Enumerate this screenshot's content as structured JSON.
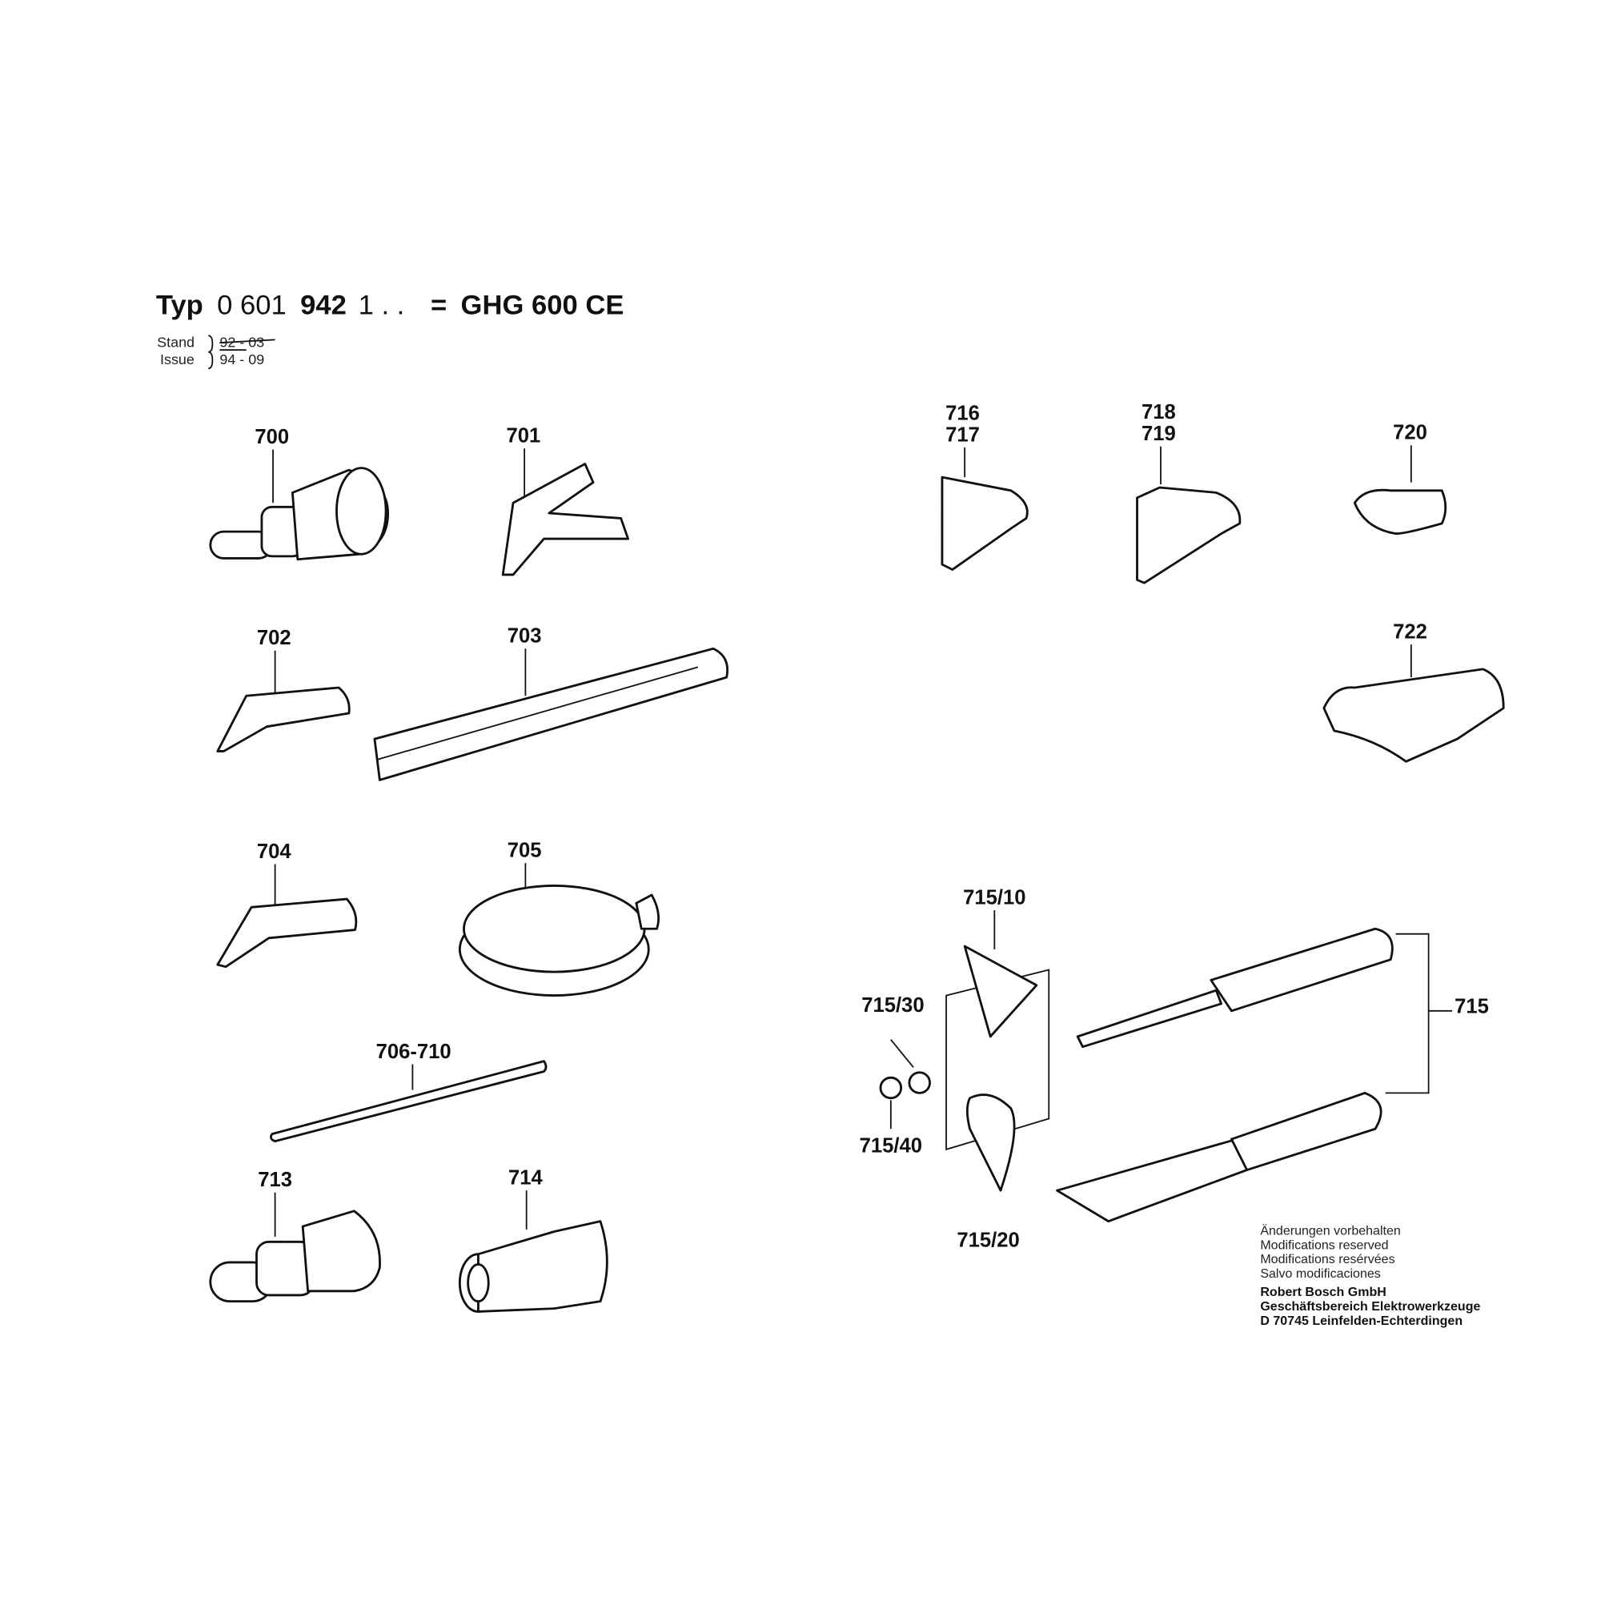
{
  "header": {
    "typ_label": "Typ",
    "typ_number_a": "0 601",
    "typ_number_b": "942",
    "typ_number_c": "1 . .",
    "equals": "=",
    "model": "GHG 600 CE",
    "stand_label": "Stand",
    "issue_label": "Issue",
    "stand_date_struck": "92 - 03",
    "issue_date": "94 - 09"
  },
  "parts": {
    "p700": "700",
    "p701": "701",
    "p702": "702",
    "p703": "703",
    "p704": "704",
    "p705": "705",
    "p706_710": "706-710",
    "p713": "713",
    "p714": "714",
    "p716": "716",
    "p717": "717",
    "p718": "718",
    "p719": "719",
    "p720": "720",
    "p722": "722",
    "p715_10": "715/10",
    "p715_30": "715/30",
    "p715_40": "715/40",
    "p715_20": "715/20",
    "p715": "715"
  },
  "footer": {
    "line1": "Änderungen vorbehalten",
    "line2": "Modifications reserved",
    "line3": "Modifications resérvées",
    "line4": "Salvo modificaciones",
    "company": "Robert Bosch GmbH",
    "division": "Geschäftsbereich Elektrowerkzeuge",
    "address": "D 70745 Leinfelden-Echterdingen"
  }
}
